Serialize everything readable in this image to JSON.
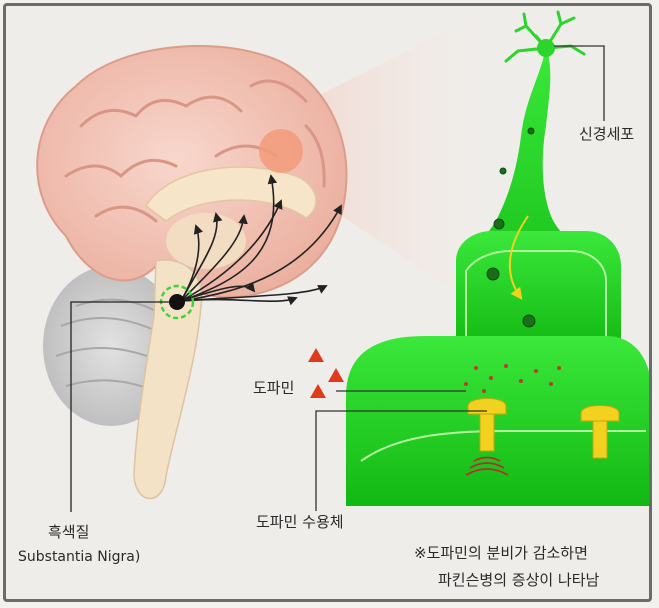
{
  "labels": {
    "neuron": "신경세포",
    "dopamine": "도파민",
    "receptor": "도파민 수용체",
    "substantia_kr": "흑색질",
    "substantia_en": "Substantia  Nigra)",
    "note_line1": "※도파민의 분비가 감소하면",
    "note_line2": "파킨슨병의 증상이 나타남"
  },
  "colors": {
    "neuron_green": "#22d422",
    "brain_pink": "#f3c3b8",
    "dopamine_red": "#e0391c",
    "receptor_yellow": "#f2d21e"
  }
}
